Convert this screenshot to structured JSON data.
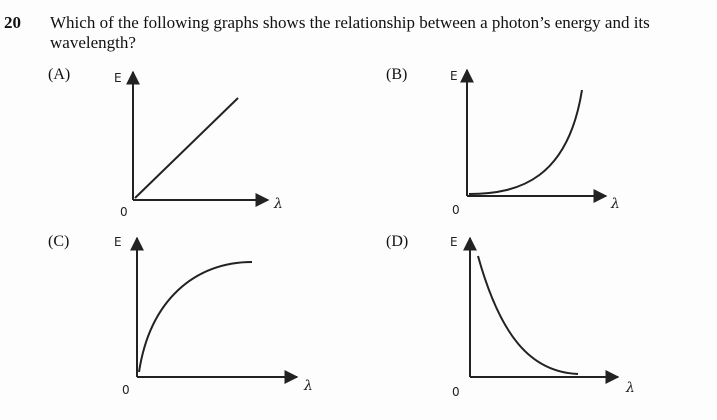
{
  "question": {
    "number": "20",
    "text": "Which of the following graphs shows the relationship between a photon’s energy and its wavelength?"
  },
  "options": [
    {
      "label": "(A)",
      "y_axis": "E",
      "x_axis": "λ",
      "origin": "0",
      "curve": "linear-increasing"
    },
    {
      "label": "(B)",
      "y_axis": "E",
      "x_axis": "λ",
      "origin": "0",
      "curve": "exponential-increasing"
    },
    {
      "label": "(C)",
      "y_axis": "E",
      "x_axis": "λ",
      "origin": "0",
      "curve": "saturating-increasing"
    },
    {
      "label": "(D)",
      "y_axis": "E",
      "x_axis": "λ",
      "origin": "0",
      "curve": "inverse-decreasing"
    }
  ],
  "colors": {
    "ink": "#222222",
    "background": "#fdfdfd"
  }
}
